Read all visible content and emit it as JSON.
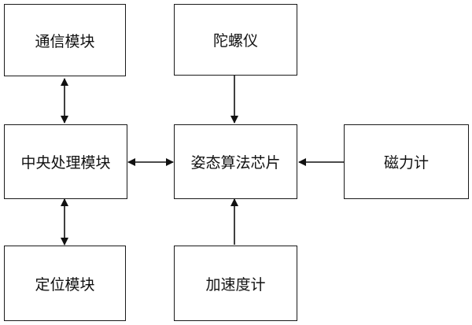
{
  "diagram": {
    "nodes": {
      "comm": "通信模块",
      "gyro": "陀螺仪",
      "cpu": "中央处理模块",
      "attitude": "姿态算法芯片",
      "magnetometer": "磁力计",
      "positioning": "定位模块",
      "accelerometer": "加速度计"
    },
    "edges": [
      {
        "from": "cpu",
        "to": "comm",
        "direction": "both"
      },
      {
        "from": "gyro",
        "to": "attitude",
        "direction": "forward"
      },
      {
        "from": "cpu",
        "to": "attitude",
        "direction": "both"
      },
      {
        "from": "magnetometer",
        "to": "attitude",
        "direction": "forward"
      },
      {
        "from": "cpu",
        "to": "positioning",
        "direction": "both"
      },
      {
        "from": "accelerometer",
        "to": "attitude",
        "direction": "forward"
      }
    ]
  }
}
